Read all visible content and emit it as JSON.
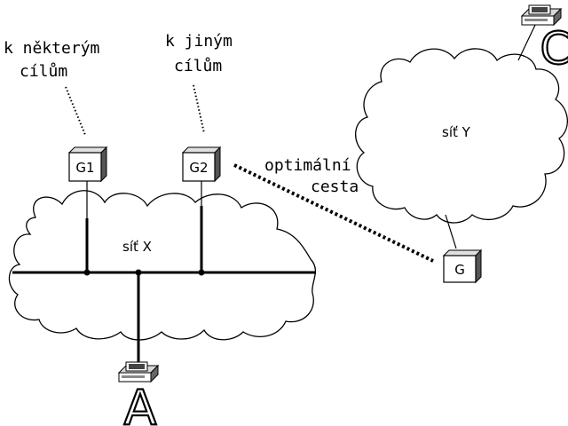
{
  "networks": {
    "x": {
      "label": "síť X"
    },
    "y": {
      "label": "síť Y"
    }
  },
  "gateways": {
    "g1": {
      "label": "G1"
    },
    "g2": {
      "label": "G2"
    },
    "g": {
      "label": "G"
    }
  },
  "annotations": {
    "g1_dest_line1": "k některým",
    "g1_dest_line2": "cílům",
    "g2_dest_line1": "k jiným",
    "g2_dest_line2": "cílům",
    "optimal_line1": "optimální",
    "optimal_line2": "cesta"
  },
  "hosts": {
    "a": {
      "label": "A"
    },
    "c": {
      "label": "C"
    }
  }
}
